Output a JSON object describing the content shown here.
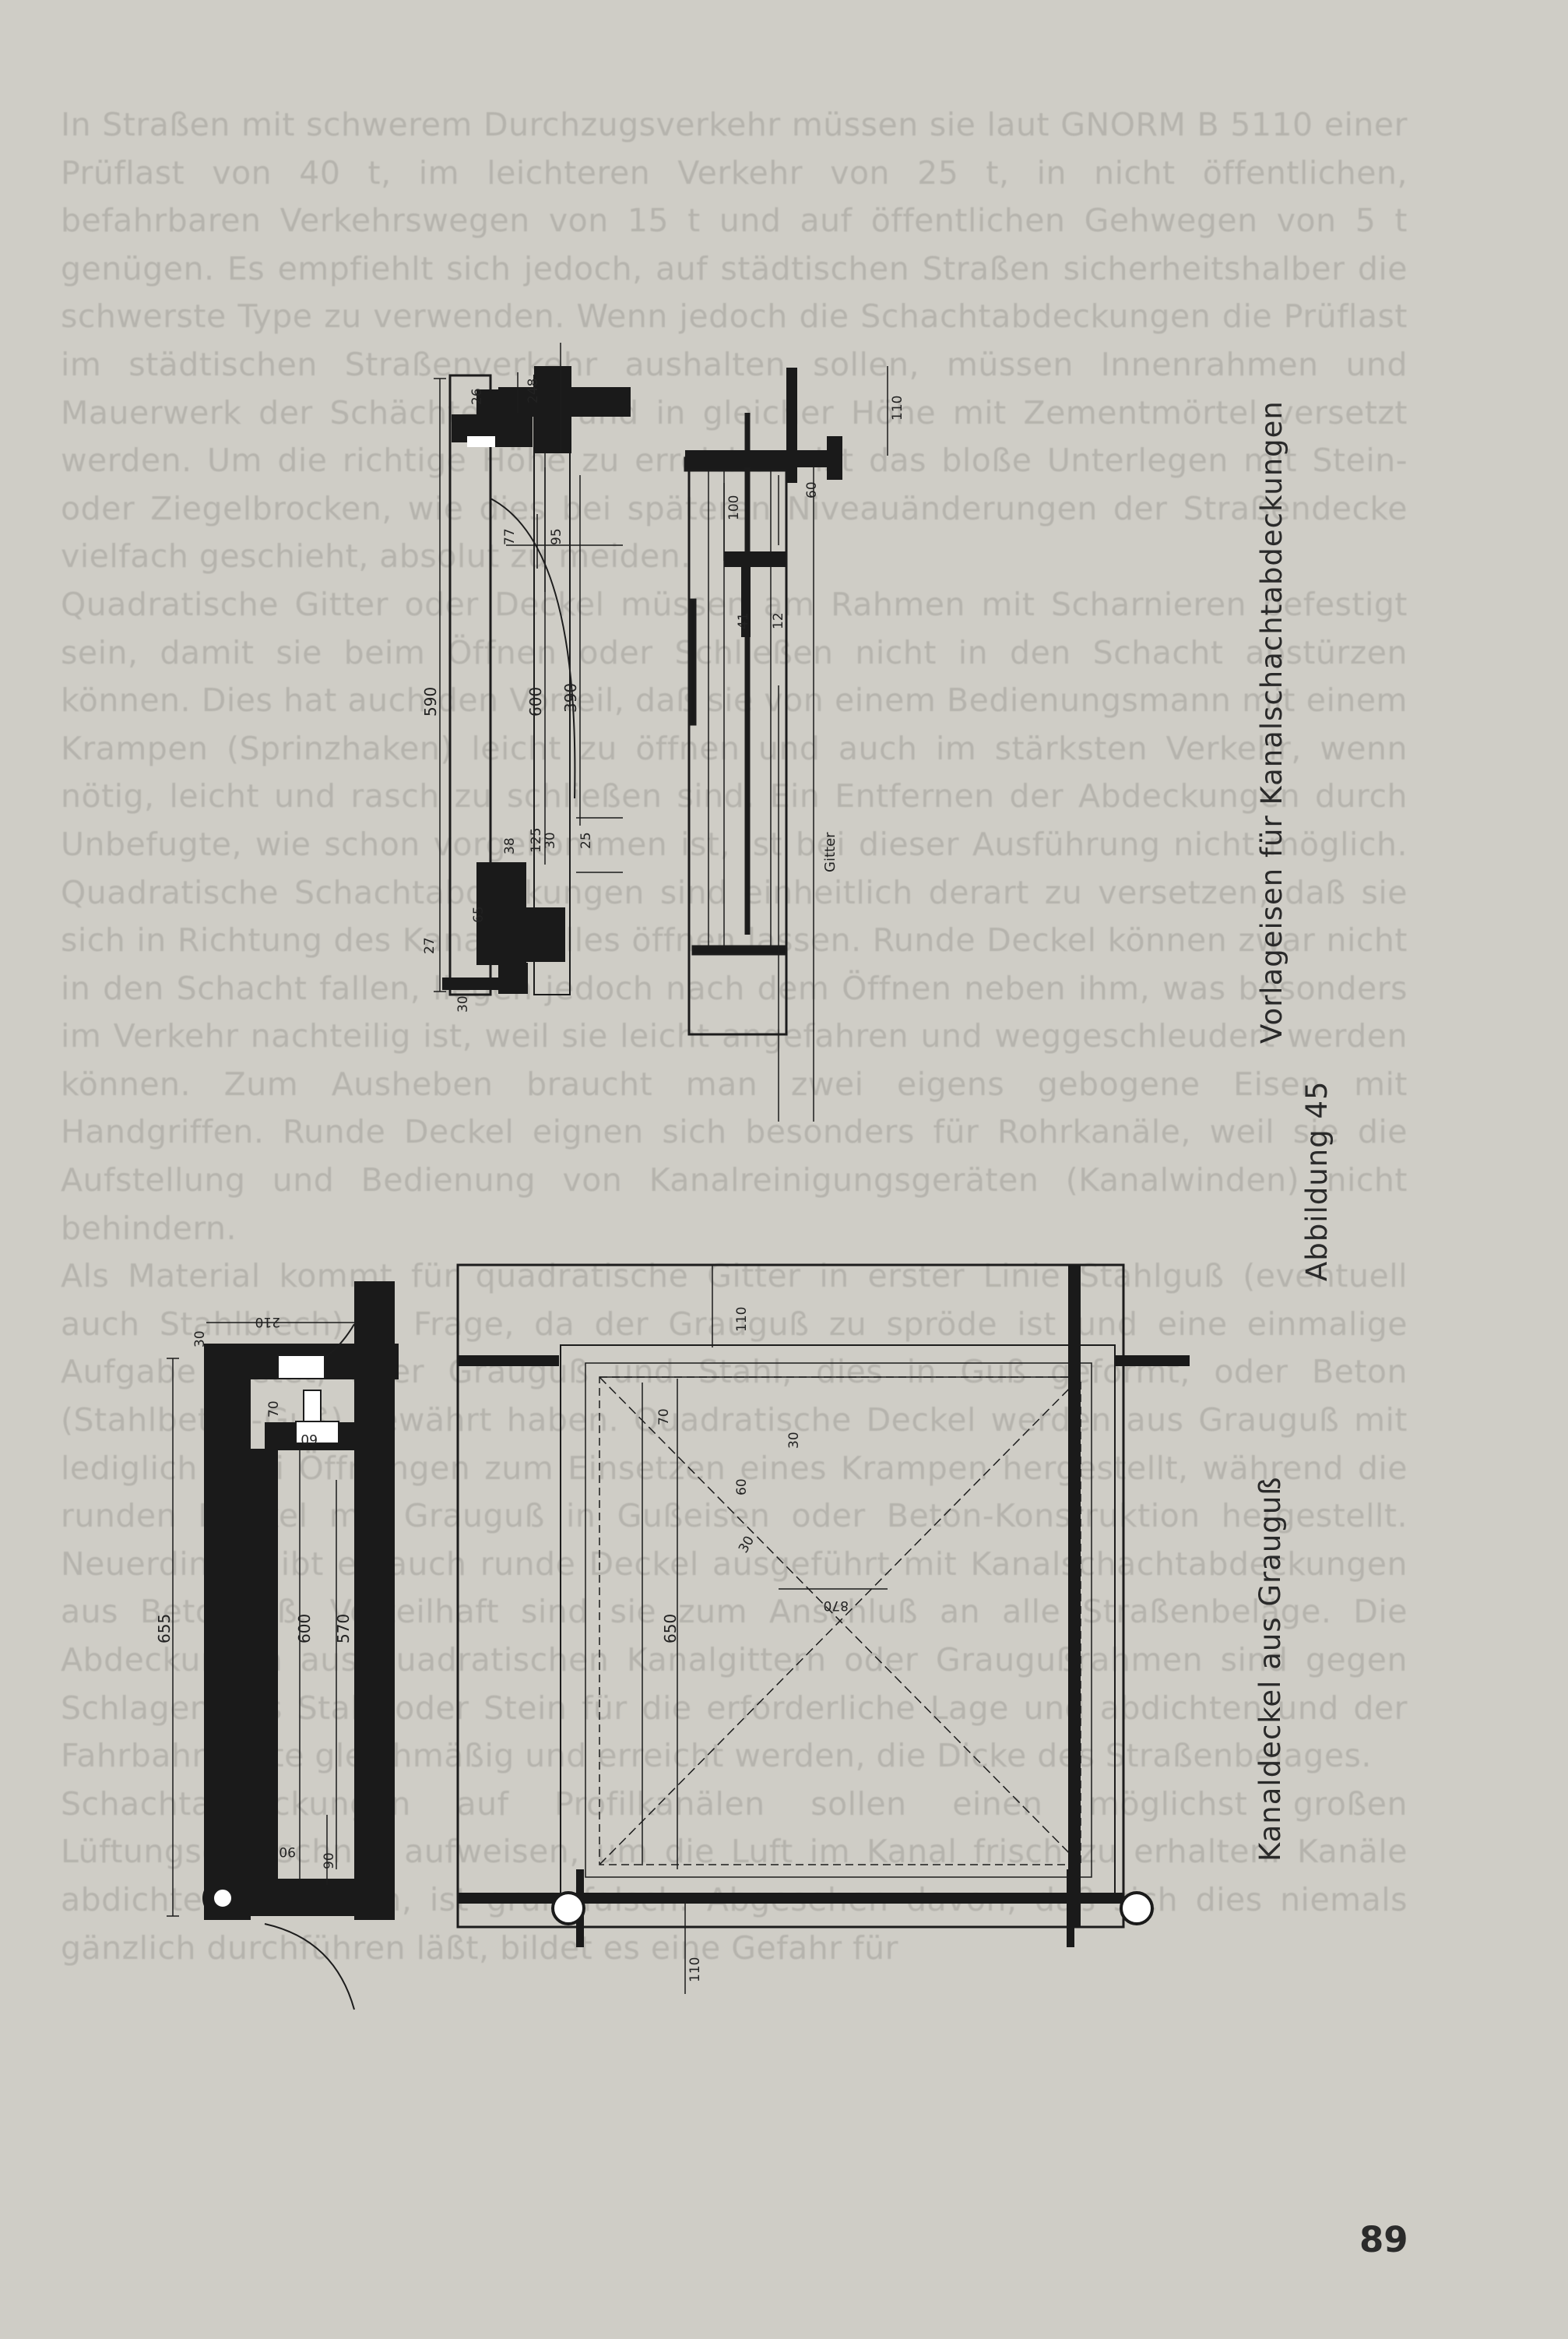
{
  "body_paragraphs": [
    "In Straßen mit schwerem Durchzugsverkehr müssen sie laut GNORM B 5110 einer Prüflast von 40 t, im leichteren Verkehr von 25 t, in nicht öffentlichen, befahrbaren Verkehrswegen von 15 t und auf öffentlichen Gehwegen von 5 t genügen. Es empfiehlt sich jedoch, auf städtischen Straßen sicherheitshalber die schwerste Type zu verwenden. Wenn jedoch die Schachtabdeckungen die Prüflast im städtischen Straßenverkehr aushalten sollen, müssen Innenrahmen und Mauerwerk der Schächte satt und in gleicher Höhe mit Zementmörtel versetzt werden. Um die richtige Höhe zu erreichen, ist das bloße Unterlegen mit Stein- oder Ziegelbrocken, wie dies bei späteren Niveauänderungen der Straßendecke vielfach geschieht, absolut zu meiden.",
    "Quadratische Gitter oder Deckel müssen am Rahmen mit Scharnieren befestigt sein, damit sie beim Öffnen oder Schließen nicht in den Schacht abstürzen können. Dies hat auch den Vorteil, daß sie von einem Bedienungsmann mit einem Krampen (Sprinzhaken) leicht zu öffnen und auch im stärksten Verkehr, wenn nötig, leicht und rasch zu schließen sind. Ein Entfernen der Abdeckungen durch Unbefugte, wie schon vorgekommen ist, ist bei dieser Ausführung nicht möglich. Quadratische Schachtabdeckungen sind einheitlich derart zu versetzen, daß sie sich in Richtung des Kanalgefälles öffnen lassen. Runde Deckel können zwar nicht in den Schacht fallen, liegen jedoch nach dem Öffnen neben ihm, was besonders im Verkehr nachteilig ist, weil sie leicht angefahren und weggeschleudert werden können. Zum Ausheben braucht man zwei eigens gebogene Eisen mit Handgriffen. Runde Deckel eignen sich besonders für Rohrkanäle, weil sie die Aufstellung und Bedienung von Kanalreinigungsgeräten (Kanalwinden) nicht behindern.",
    "Als Material kommt für quadratische Gitter in erster Linie Stahlguß (eventuell auch Stahlblech) in Frage, da der Grauguß zu spröde ist und eine einmalige Aufgabe bietet, aber Grauguß und Stahl, dies in Guß geformt, oder Beton (Stahlbeton-Guß) bewährt haben. Quadratische Deckel werden aus Grauguß mit lediglich zwei Öffnungen zum Einsetzen eines Krampen hergestellt, während die runden Deckel mit Grauguß in Gußeisen oder Beton-Konstruktion hergestellt. Neuerdings gibt es auch runde Deckel ausgeführt mit Kanalschachtabdeckungen aus Betonguß. Vorteilhaft sind sie zum Anschluß an alle Straßenbeläge. Die Abdeckungen aus quadratischen Kanalgittern oder Graugußrahmen sind gegen Schlagen aus Stahl oder Stein für die erforderliche Lage und abdichten und der Fahrbahnkante gleichmäßig und erreicht werden, die Dicke des Straßenbelages.",
    "Schachtabdeckungen auf Profilkanälen sollen einen möglichst großen Lüftungsquerschnitt aufweisen, um die Luft im Kanal frisch zu erhalten. Kanäle abdichten zu wollen, ist grundfalsch. Abgesehen davon, daß sich dies niemals gänzlich durchführen läßt, bildet es eine Gefahr für"
  ],
  "figure": {
    "caption_lower": "Kanaldeckel aus Grauguß",
    "caption_upper": "Vorlageisen für Kanalschachtabdeckungen",
    "figure_number": "Abbildung 45",
    "gitter_label": "Gitter",
    "upper_dims": [
      "110",
      "248",
      "26",
      "60",
      "100",
      "77",
      "95",
      "12",
      "41",
      "590",
      "600",
      "390",
      "30",
      "25",
      "125",
      "38",
      "65",
      "27",
      "30"
    ],
    "lower_dims": [
      "210",
      "30",
      "70",
      "60",
      "655",
      "600",
      "570",
      "90",
      "90",
      "110",
      "70",
      "30",
      "60",
      "30",
      "870",
      "650",
      "110"
    ]
  },
  "page_number": "89"
}
